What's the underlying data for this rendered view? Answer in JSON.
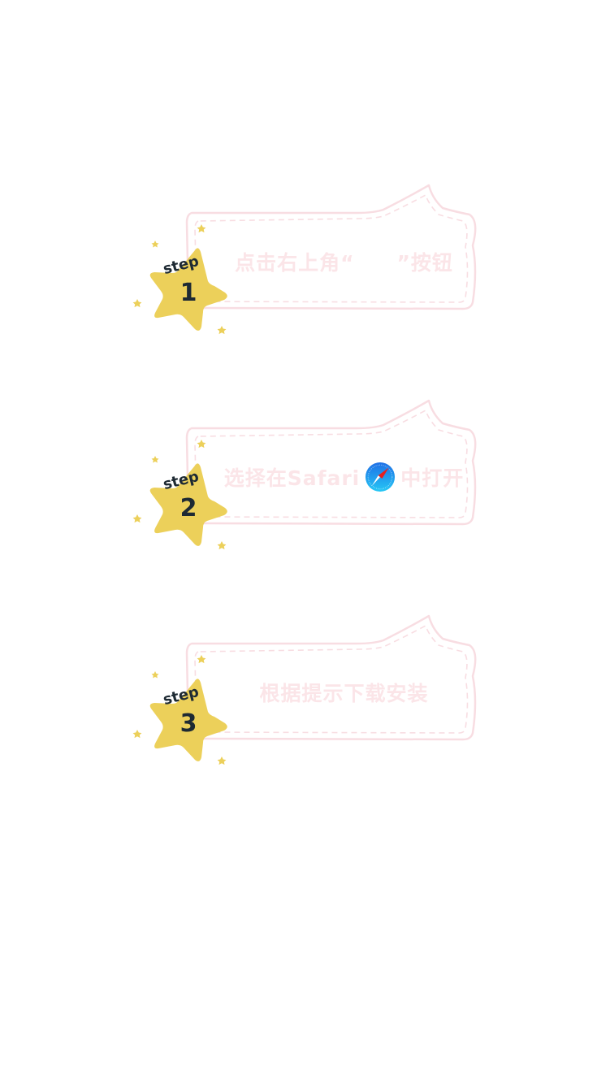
{
  "colors": {
    "background": "#ffffff",
    "bubble_border": "#f8dde2",
    "bubble_text": "#fbe5e8",
    "star_fill": "#ecd05a",
    "star_text": "#1e2a33"
  },
  "steps": [
    {
      "badge_label": "step",
      "number": "1",
      "text_before": "点击右上角“",
      "text_after": "”按钮"
    },
    {
      "badge_label": "step",
      "number": "2",
      "text_before": "选择在Safari",
      "icon": "safari-compass-icon",
      "text_after": "中打开"
    },
    {
      "badge_label": "step",
      "number": "3",
      "text": "根据提示下载安装"
    }
  ]
}
